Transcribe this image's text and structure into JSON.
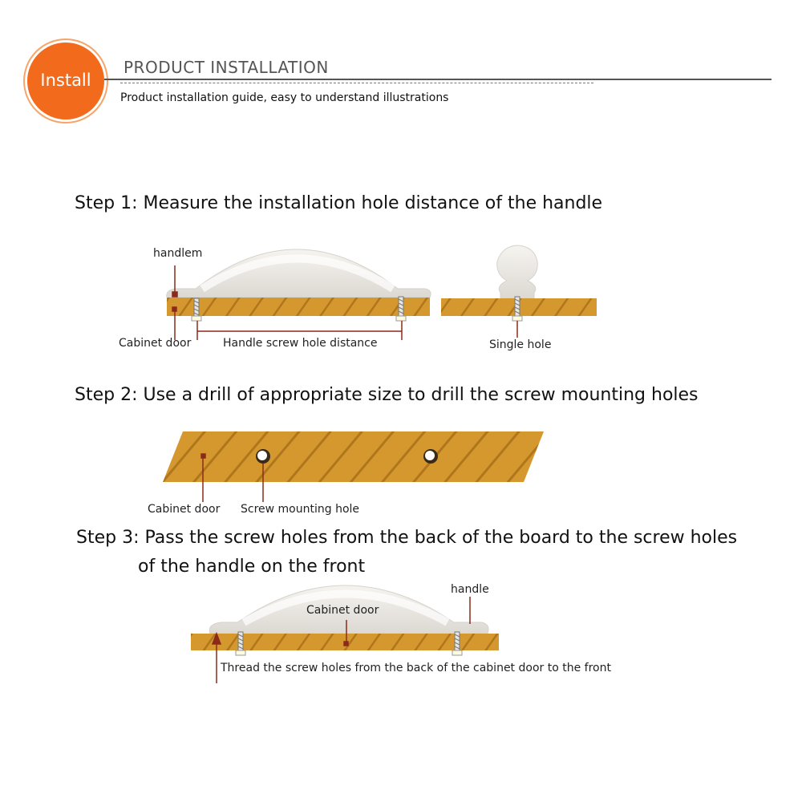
{
  "header": {
    "badge": "Install",
    "title": "PRODUCT INSTALLATION",
    "subtitle": "Product installation guide, easy to understand illustrations"
  },
  "step1": {
    "title": "Step 1: Measure the installation hole distance of the handle",
    "labels": {
      "handle": "handlem",
      "cabinet_door": "Cabinet door",
      "screw_distance": "Handle screw hole distance",
      "single_hole": "Single hole"
    }
  },
  "step2": {
    "title": "Step 2: Use a drill of appropriate size to drill the screw mounting holes",
    "labels": {
      "cabinet_door": "Cabinet door",
      "mounting_hole": "Screw mounting hole"
    }
  },
  "step3": {
    "title_line1": "Step 3: Pass the screw holes from the back of the board to the screw holes",
    "title_line2": "of the handle on the front",
    "labels": {
      "handle": "handle",
      "cabinet_door": "Cabinet door",
      "thread": "Thread the screw holes from the back of the cabinet door to the front"
    }
  },
  "colors": {
    "accent": "#f26a1b",
    "wood": "#d4982f",
    "hatch": "#b0761c",
    "handle": "#eeece8",
    "leader": "#8b2a1a"
  }
}
